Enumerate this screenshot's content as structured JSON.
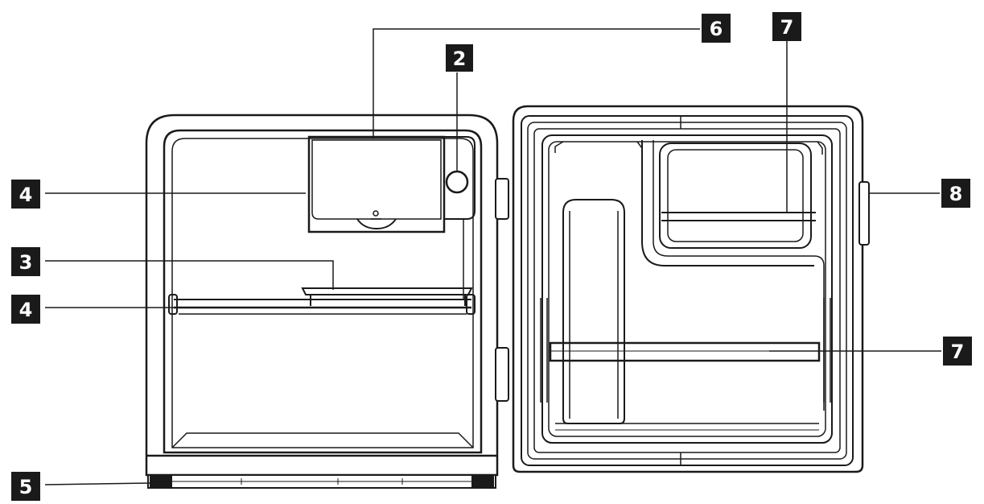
{
  "callouts": [
    {
      "id": "c2",
      "label": "2"
    },
    {
      "id": "c4a",
      "label": "4"
    },
    {
      "id": "c3",
      "label": "3"
    },
    {
      "id": "c4b",
      "label": "4"
    },
    {
      "id": "c5",
      "label": "5"
    },
    {
      "id": "c6",
      "label": "6"
    },
    {
      "id": "c7a",
      "label": "7"
    },
    {
      "id": "c8",
      "label": "8"
    },
    {
      "id": "c7b",
      "label": "7"
    }
  ],
  "colors": {
    "ink": "#1a1a1a",
    "callout_bg": "#1a1a1a",
    "callout_text": "#ffffff",
    "background": "#ffffff"
  }
}
